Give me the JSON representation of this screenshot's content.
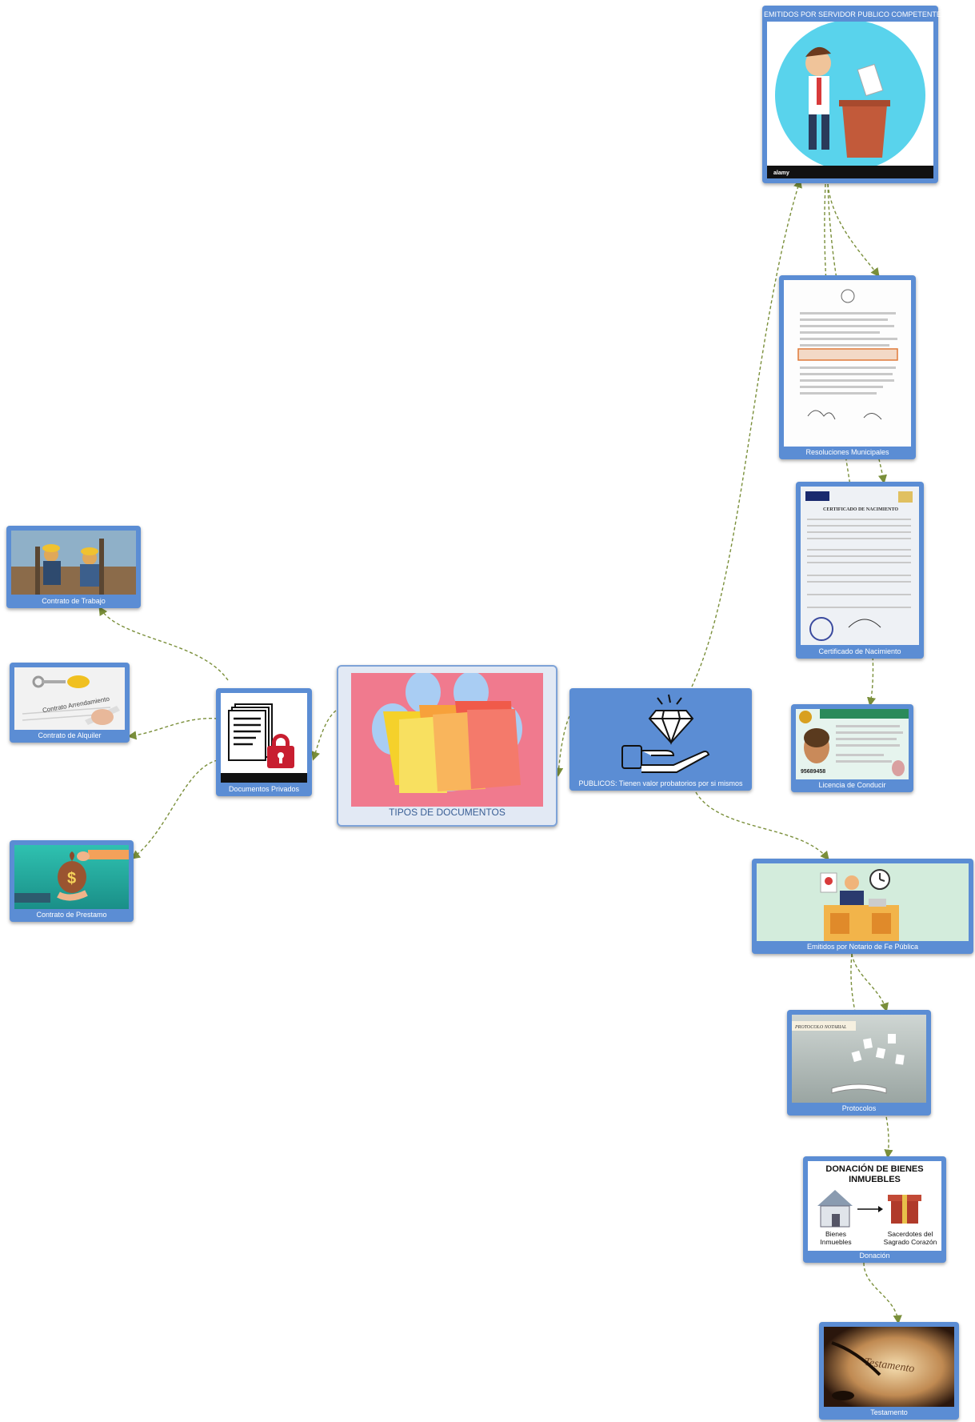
{
  "nodes": {
    "center": {
      "label": "TIPOS DE DOCUMENTOS"
    },
    "privados": {
      "label": "Documentos Privados"
    },
    "trabajo": {
      "label": "Contrato de Trabajo"
    },
    "alquiler": {
      "label": "Contrato de Alquiler",
      "image_text": "Contrato Arrendamiento"
    },
    "prestamo": {
      "label": "Contrato de Prestamo"
    },
    "publicos": {
      "label": "PUBLICOS: Tienen valor probatorios por si mismos"
    },
    "servidor": {
      "label": "EMITIDOS POR SERVIDOR PUBLICO COMPETENTE",
      "watermark": "alamy"
    },
    "resoluciones": {
      "label": "Resoluciones Municipales"
    },
    "certificado": {
      "label": "Certificado de Nacimiento",
      "image_text": "CERTIFICADO DE NACIMIENTO"
    },
    "licencia": {
      "label": "Licencia de Conducir",
      "image_number": "95689458"
    },
    "notario": {
      "label": "Emitidos por Notario de Fe Pública"
    },
    "protocolos": {
      "label": "Protocolos",
      "image_text": "PROTOCOLO NOTARIAL"
    },
    "donacion": {
      "label": "Donación",
      "title": "DONACIÓN DE BIENES INMUEBLES",
      "left_label": "Bienes Inmuebles",
      "right_label": "Sacerdotes del Sagrado Corazón"
    },
    "testamento": {
      "label": "Testamento",
      "image_text": "Testamento"
    }
  },
  "colors": {
    "node_fill": "#5b8dd4",
    "center_fill": "#e2e9f4",
    "connector": "#7a8f3a"
  }
}
